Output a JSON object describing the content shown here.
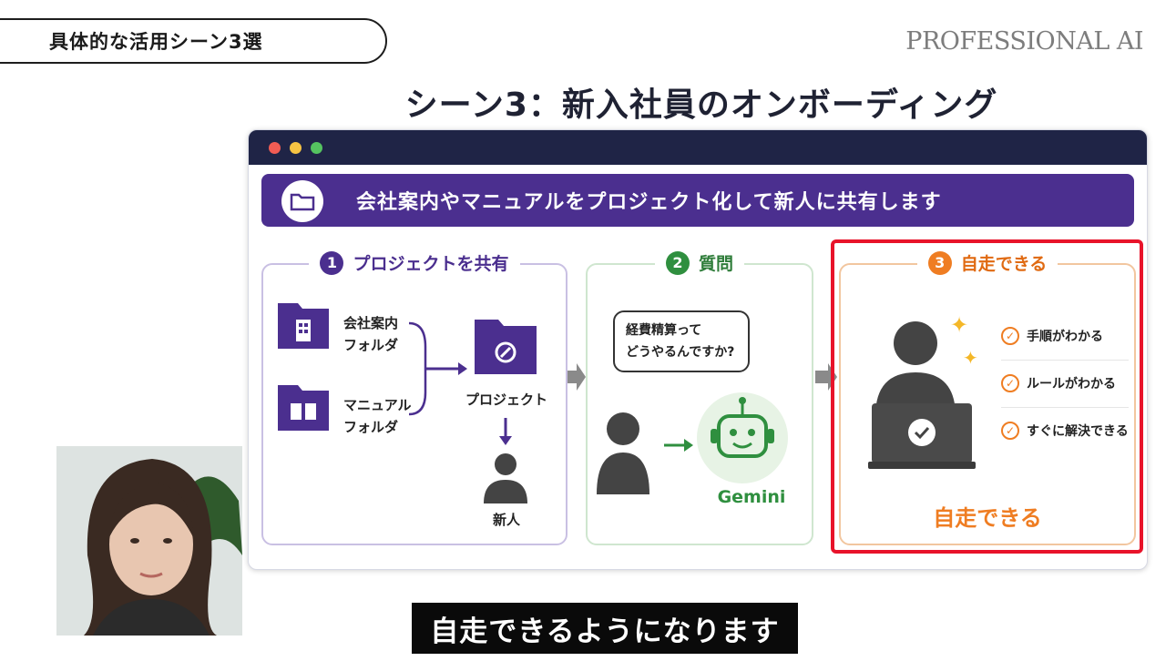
{
  "header": {
    "section_label": "具体的な活用シーン3選",
    "brand": "PROFESSIONAL AI"
  },
  "slide": {
    "title": "シーン3：新入社員のオンボーディング",
    "banner": "会社案内やマニュアルをプロジェクト化して新人に共有します",
    "step1": {
      "num": "1",
      "title": "プロジェクトを共有",
      "folder_company": "会社案内\nフォルダ",
      "folder_manual": "マニュアル\nフォルダ",
      "project_label": "プロジェクト",
      "newcomer_label": "新人"
    },
    "step2": {
      "num": "2",
      "title": "質問",
      "bubble": "経費精算って\nどうやるんですか?",
      "bot_label": "Gemini"
    },
    "step3": {
      "num": "3",
      "title": "自走できる",
      "checks": [
        "手順がわかる",
        "ルールがわかる",
        "すぐに解決できる"
      ],
      "footer": "自走できる"
    }
  },
  "caption": "自走できるようになります",
  "colors": {
    "purple": "#4b2f8f",
    "green": "#2f8f3f",
    "orange": "#ef7d22",
    "highlight": "#e8132a",
    "navy": "#1f2446"
  }
}
